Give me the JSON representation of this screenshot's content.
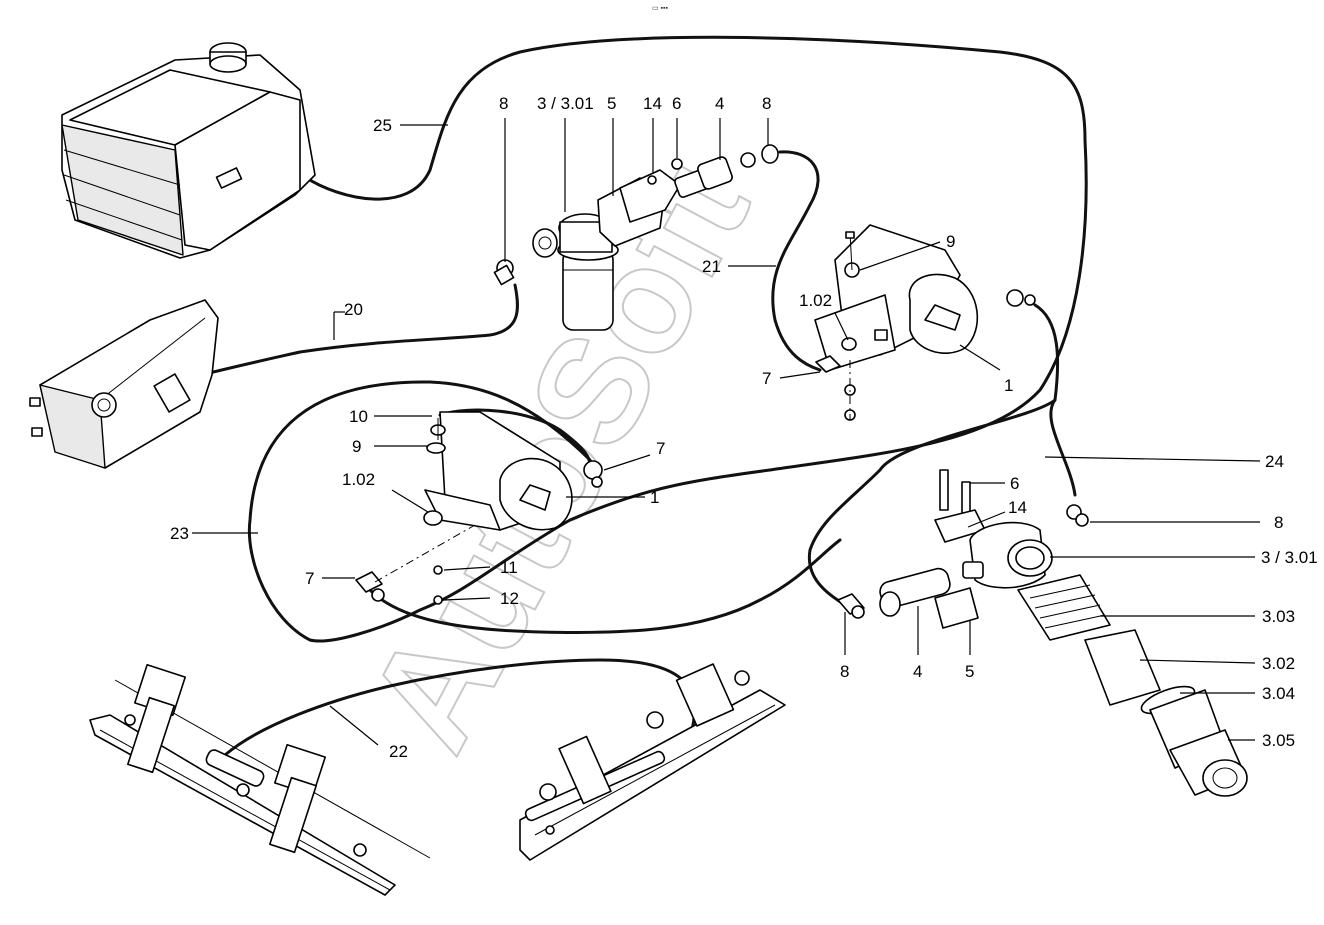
{
  "header_mark": "▭ ▪▪▪",
  "watermark": "AutoSoft",
  "callouts": [
    {
      "id": "c-8a",
      "text": "8"
    },
    {
      "id": "c-3a",
      "text": "3 / 3.01"
    },
    {
      "id": "c-5a",
      "text": "5"
    },
    {
      "id": "c-14a",
      "text": "14"
    },
    {
      "id": "c-6a",
      "text": "6"
    },
    {
      "id": "c-4a",
      "text": "4"
    },
    {
      "id": "c-8b",
      "text": "8"
    },
    {
      "id": "c-25",
      "text": "25"
    },
    {
      "id": "c-9a",
      "text": "9"
    },
    {
      "id": "c-21",
      "text": "21"
    },
    {
      "id": "c-20",
      "text": "20"
    },
    {
      "id": "c-102a",
      "text": "1.02"
    },
    {
      "id": "c-7a",
      "text": "7"
    },
    {
      "id": "c-1a",
      "text": "1"
    },
    {
      "id": "c-10",
      "text": "10"
    },
    {
      "id": "c-9b",
      "text": "9"
    },
    {
      "id": "c-7b",
      "text": "7"
    },
    {
      "id": "c-102b",
      "text": "1.02"
    },
    {
      "id": "c-1b",
      "text": "1"
    },
    {
      "id": "c-23",
      "text": "23"
    },
    {
      "id": "c-24",
      "text": "24"
    },
    {
      "id": "c-6b",
      "text": "6"
    },
    {
      "id": "c-14b",
      "text": "14"
    },
    {
      "id": "c-8c",
      "text": "8"
    },
    {
      "id": "c-3b",
      "text": "3 / 3.01"
    },
    {
      "id": "c-11",
      "text": "11"
    },
    {
      "id": "c-7c",
      "text": "7"
    },
    {
      "id": "c-12",
      "text": "12"
    },
    {
      "id": "c-303",
      "text": "3.03"
    },
    {
      "id": "c-302",
      "text": "3.02"
    },
    {
      "id": "c-8d",
      "text": "8"
    },
    {
      "id": "c-4b",
      "text": "4"
    },
    {
      "id": "c-5b",
      "text": "5"
    },
    {
      "id": "c-304",
      "text": "3.04"
    },
    {
      "id": "c-22",
      "text": "22"
    },
    {
      "id": "c-305",
      "text": "3.05"
    }
  ]
}
